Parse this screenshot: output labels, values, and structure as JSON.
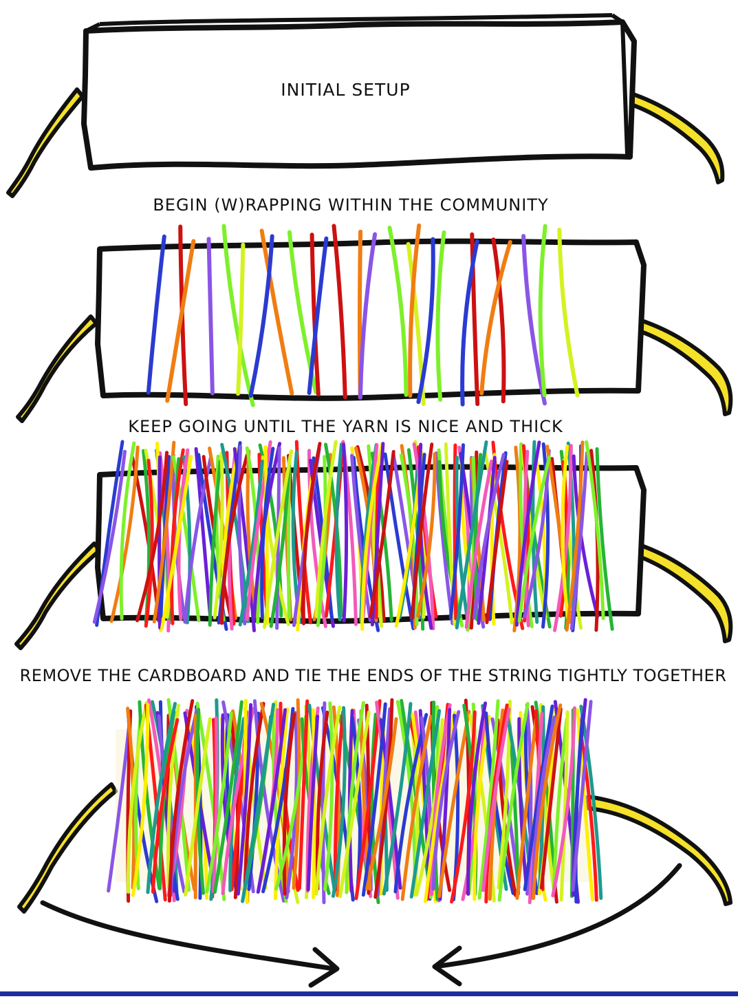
{
  "steps": [
    {
      "caption": "INITIAL SETUP"
    },
    {
      "caption": "BEGIN (W)RAPPING WITHIN THE COMMUNITY"
    },
    {
      "caption": "KEEP GOING UNTIL THE YARN IS NICE AND THICK"
    },
    {
      "caption": "REMOVE THE CARDBOARD AND TIE THE ENDS OF THE STRING TIGHTLY TOGETHER"
    }
  ],
  "colors": {
    "outline": "#111111",
    "string": "#f5e12a",
    "bottom_bar": "#1f2e9e",
    "yarn": [
      "#2b3bd1",
      "#8a55e6",
      "#cc1111",
      "#f07d12",
      "#7ef02b",
      "#25b436",
      "#d4f21f",
      "#ff1a1a",
      "#1e9a8f",
      "#f25ab8",
      "#ffee00",
      "#6a1fd6"
    ]
  }
}
